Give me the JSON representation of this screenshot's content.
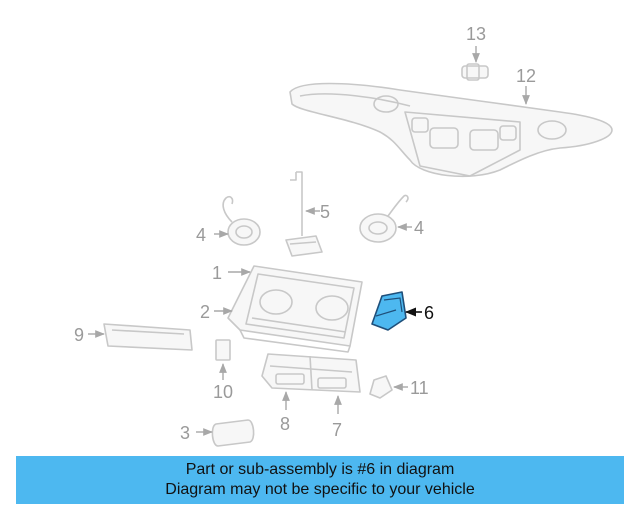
{
  "diagram": {
    "callouts": {
      "c1": "1",
      "c2": "2",
      "c3": "3",
      "c4a": "4",
      "c4b": "4",
      "c5": "5",
      "c6": "6",
      "c7": "7",
      "c8": "8",
      "c9": "9",
      "c10": "10",
      "c11": "11",
      "c12": "12",
      "c13": "13"
    },
    "highlighted_part": "6",
    "colors": {
      "highlight": "#4db8f0",
      "banner": "#4db8f0",
      "outline": "#c8c8c8",
      "callout_text": "#9a9a9a"
    }
  },
  "banner": {
    "line1": "Part or sub-assembly is #6 in diagram",
    "line2": "Diagram may not be specific to your vehicle"
  }
}
